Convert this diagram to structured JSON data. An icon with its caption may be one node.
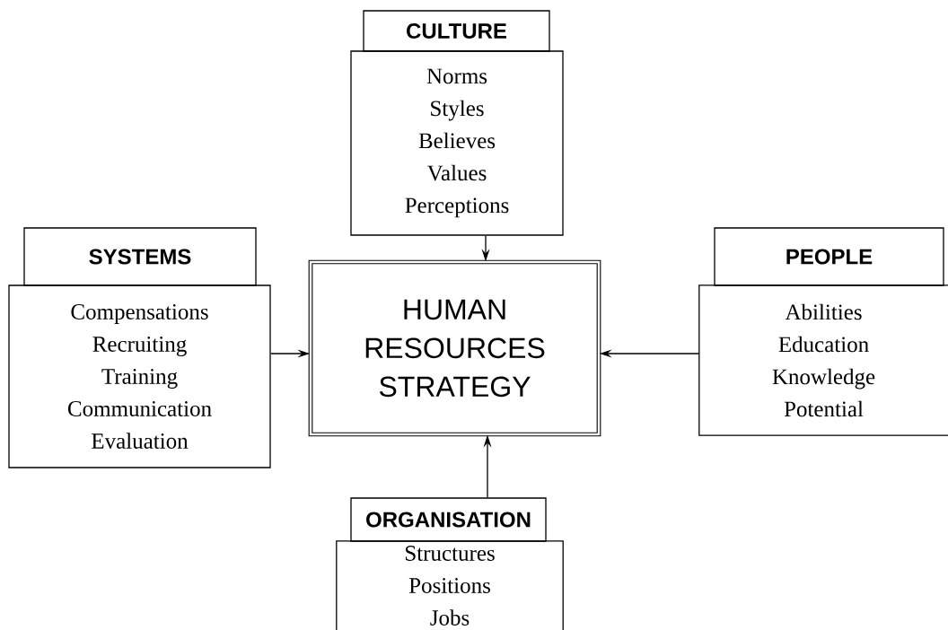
{
  "diagram": {
    "nodes": [
      {
        "text": [
          "CULTURE"
        ]
      },
      {
        "text": [
          "Norms",
          "Styles",
          "Believes",
          "Values",
          "Perceptions"
        ]
      },
      {
        "text": [
          "SYSTEMS"
        ]
      },
      {
        "text": [
          "Compensations",
          "Recruiting",
          "Training",
          "Communication",
          "Evaluation"
        ]
      },
      {
        "text": [
          "HUMAN RESOURCES STRATEGY"
        ]
      },
      {
        "text": [
          "PEOPLE"
        ]
      },
      {
        "text": [
          "Abilities",
          "Education",
          "Knowledge",
          "Potential"
        ]
      },
      {
        "text": [
          "ORGANISATION"
        ]
      },
      {
        "text": [
          "Structures",
          "Positions",
          "Jobs"
        ]
      }
    ],
    "edges": [
      {
        "from": 1,
        "to": 4,
        "arrow": "to"
      },
      {
        "from": 3,
        "to": 4,
        "arrow": "to"
      },
      {
        "from": 6,
        "to": 4,
        "arrow": "to"
      },
      {
        "from": 7,
        "to": 4,
        "arrow": "to"
      }
    ]
  }
}
